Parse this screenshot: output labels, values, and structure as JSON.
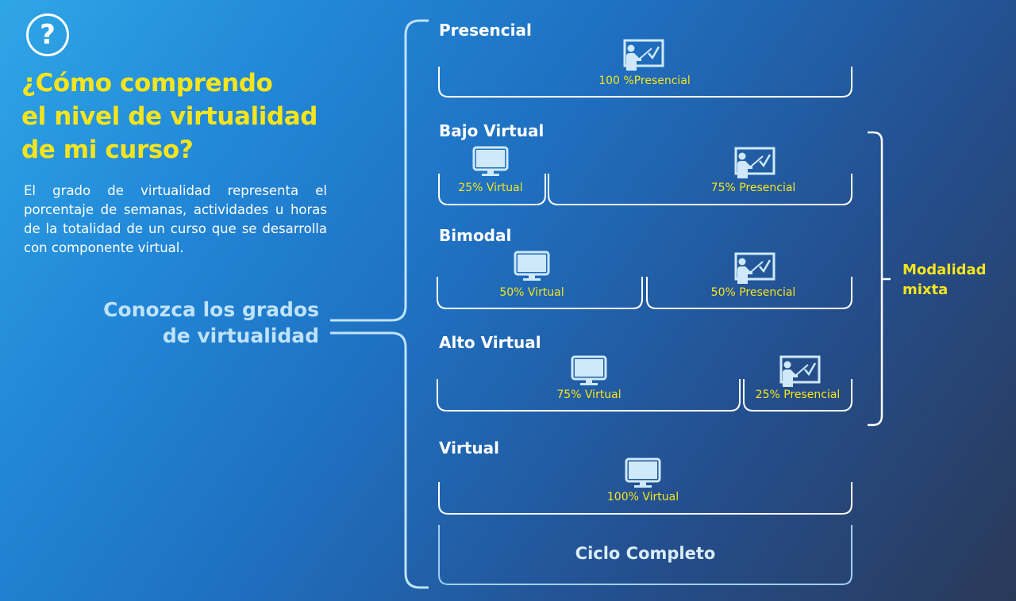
{
  "header": {
    "help_glyph": "?",
    "title_lines": [
      "¿Cómo comprendo",
      "el nivel de virtualidad",
      "de mi curso?"
    ],
    "description": "El grado de virtualidad representa el porcentaje de semanas, actividades u horas de la totalidad de un curso que se desarrolla con componente virtual."
  },
  "cta_lines": [
    "Conozca los grados",
    "de virtualidad"
  ],
  "levels": [
    {
      "title": "Presencial",
      "segments": [
        {
          "label": "100 %Presencial",
          "icon": "teacher-board-icon"
        }
      ]
    },
    {
      "title": "Bajo Virtual",
      "segments": [
        {
          "label": "25% Virtual",
          "icon": "monitor-icon"
        },
        {
          "label": "75% Presencial",
          "icon": "teacher-board-icon"
        }
      ]
    },
    {
      "title": "Bimodal",
      "segments": [
        {
          "label": "50% Virtual",
          "icon": "monitor-icon"
        },
        {
          "label": "50% Presencial",
          "icon": "teacher-board-icon"
        }
      ]
    },
    {
      "title": "Alto Virtual",
      "segments": [
        {
          "label": "75% Virtual",
          "icon": "monitor-icon"
        },
        {
          "label": "25% Presencial",
          "icon": "teacher-board-icon"
        }
      ]
    },
    {
      "title": "Virtual",
      "segments": [
        {
          "label": "100% Virtual",
          "icon": "monitor-icon"
        }
      ]
    }
  ],
  "mixed_modality_lines": [
    "Modalidad",
    "mixta"
  ],
  "complete_cycle": "Ciclo Completo",
  "colors": {
    "accent_yellow": "#f6e51d",
    "light_blue": "#bfe3fa",
    "line": "#ffffff"
  }
}
